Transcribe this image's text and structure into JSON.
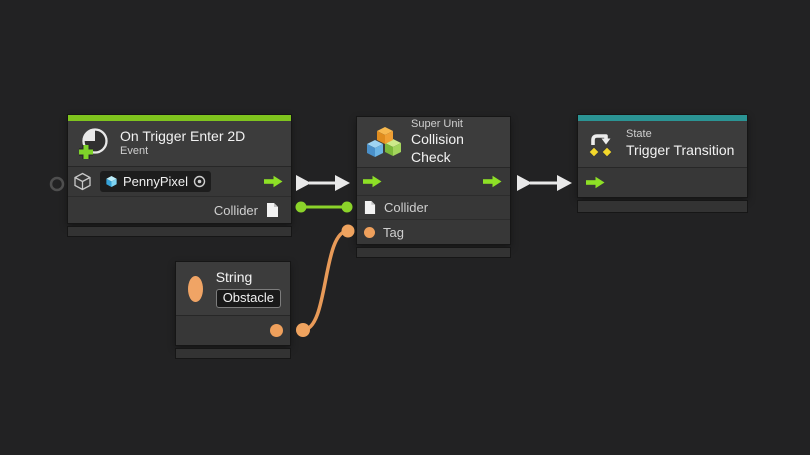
{
  "graph": {
    "background_color": "#222223",
    "colors": {
      "flow_connection": "#e9e9e9",
      "value_green": "#8bd32a",
      "value_orange": "#eda05f",
      "event_accent": "#7fc41e",
      "state_accent": "#2b9494"
    },
    "icons": {
      "event": "event-plus-icon",
      "super_unit": "super-unit-boxes-icon",
      "state": "state-transition-icon",
      "string": "string-circle-icon",
      "gameobject": "gameobject-cube-icon",
      "prefab": "prefab-cube-icon",
      "picker": "object-picker-icon",
      "collider_type": "collider-file-icon",
      "flow_port": "flow-arrow-icon"
    },
    "nodes": {
      "on_trigger_enter_2d": {
        "title": "On Trigger Enter 2D",
        "kind": "Event",
        "target_value": "PennyPixel",
        "collider_output_label": "Collider"
      },
      "collision_check": {
        "kind": "Super Unit",
        "title": "Collision Check",
        "collider_input_label": "Collider",
        "tag_input_label": "Tag"
      },
      "trigger_transition": {
        "kind": "State",
        "title": "Trigger Transition"
      },
      "string_literal": {
        "title": "String",
        "value": "Obstacle"
      }
    }
  }
}
